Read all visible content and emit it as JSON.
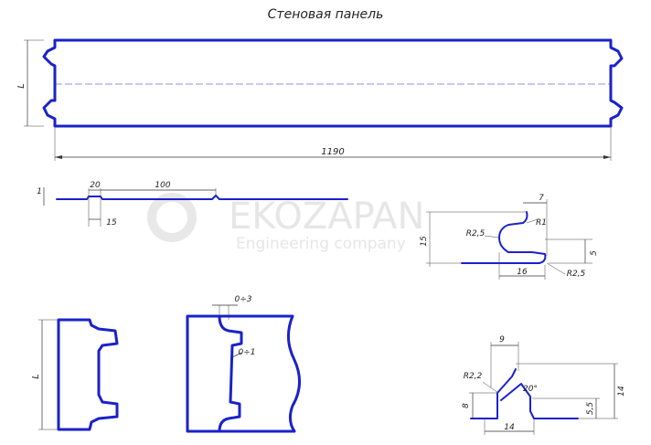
{
  "title": "Стеновая панель",
  "watermark": {
    "name": "EKOZAPAN",
    "sub": "Engineering company"
  },
  "main_panel": {
    "length_label": "1190",
    "height_label": "L"
  },
  "profile_small": {
    "dim_20": "20",
    "dim_100": "100",
    "dim_1": "1",
    "dim_15": "15"
  },
  "lock_detail": {
    "dim_7": "7",
    "r1": "R1",
    "r25_top": "R2,5",
    "dim_15": "15",
    "dim_5": "5",
    "dim_16": "16",
    "r25_bottom": "R2,5"
  },
  "end_section": {
    "height_label": "L"
  },
  "joint_section": {
    "gap_top": "0÷3",
    "gap_mid": "0÷1"
  },
  "edge_detail": {
    "dim_9": "9",
    "r22": "R2,2",
    "angle": "20°",
    "dim_14_v": "14",
    "dim_8": "8",
    "dim_55": "5,5",
    "dim_14_h": "14"
  },
  "colors": {
    "outline": "#1a22c9",
    "hatch": "#333333",
    "watermark": "#e6e6e6"
  }
}
